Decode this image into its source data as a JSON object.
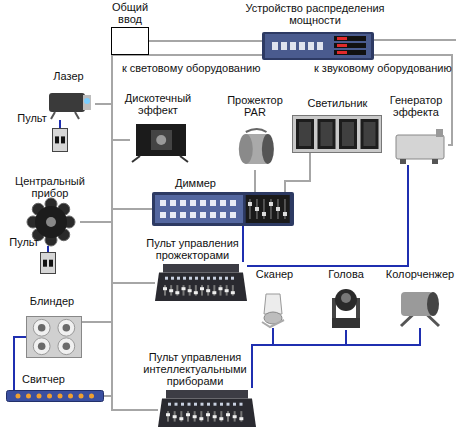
{
  "diagram": {
    "nodes": [
      {
        "text": [
          "Общий ввод"
        ]
      },
      {
        "text": [
          "Устройство распределения мощности"
        ]
      },
      {
        "text": [
          "Лазер"
        ]
      },
      {
        "text": [
          "Пульт"
        ]
      },
      {
        "text": [
          "Дискотечный эффект"
        ]
      },
      {
        "text": [
          "Прожектор PAR"
        ]
      },
      {
        "text": [
          "Светильник"
        ]
      },
      {
        "text": [
          "Генератор эффекта"
        ]
      },
      {
        "text": [
          "Центральный прибор"
        ]
      },
      {
        "text": [
          "Пульт"
        ]
      },
      {
        "text": [
          "Диммер"
        ]
      },
      {
        "text": [
          "Пульт управления прожекторами"
        ]
      },
      {
        "text": [
          "Сканер"
        ]
      },
      {
        "text": [
          "Голова"
        ]
      },
      {
        "text": [
          "Колорченжер"
        ]
      },
      {
        "text": [
          "Блиндер"
        ]
      },
      {
        "text": [
          "Свитчер"
        ]
      },
      {
        "text": [
          "Пульт управления интеллектуальными приборами"
        ]
      }
    ],
    "edges": [
      {
        "from": 0,
        "to": 1,
        "arrow": "none"
      },
      {
        "from": 1,
        "to": 2,
        "arrow": "none"
      },
      {
        "from": 1,
        "to": 4,
        "arrow": "none"
      },
      {
        "from": 1,
        "to": 8,
        "arrow": "none"
      },
      {
        "from": 1,
        "to": 10,
        "arrow": "none"
      },
      {
        "from": 1,
        "to": 11,
        "arrow": "none"
      },
      {
        "from": 1,
        "to": 15,
        "arrow": "none"
      },
      {
        "from": 1,
        "to": 16,
        "arrow": "none"
      },
      {
        "from": 1,
        "to": 17,
        "arrow": "none"
      },
      {
        "from": 1,
        "to": 7,
        "arrow": "none"
      },
      {
        "from": 10,
        "to": 5,
        "arrow": "none"
      },
      {
        "from": 10,
        "to": 6,
        "arrow": "none"
      },
      {
        "from": 3,
        "to": 2,
        "arrow": "none"
      },
      {
        "from": 9,
        "to": 8,
        "arrow": "none"
      },
      {
        "from": 11,
        "to": 10,
        "arrow": "none"
      },
      {
        "from": 11,
        "to": 7,
        "arrow": "none"
      },
      {
        "from": 16,
        "to": 15,
        "arrow": "none"
      },
      {
        "from": 17,
        "to": 12,
        "arrow": "none"
      },
      {
        "from": 17,
        "to": 13,
        "arrow": "none"
      },
      {
        "from": 17,
        "to": 14,
        "arrow": "none"
      }
    ],
    "labels": [
      "к световому оборудованию",
      "к звуковому оборудованию"
    ]
  }
}
